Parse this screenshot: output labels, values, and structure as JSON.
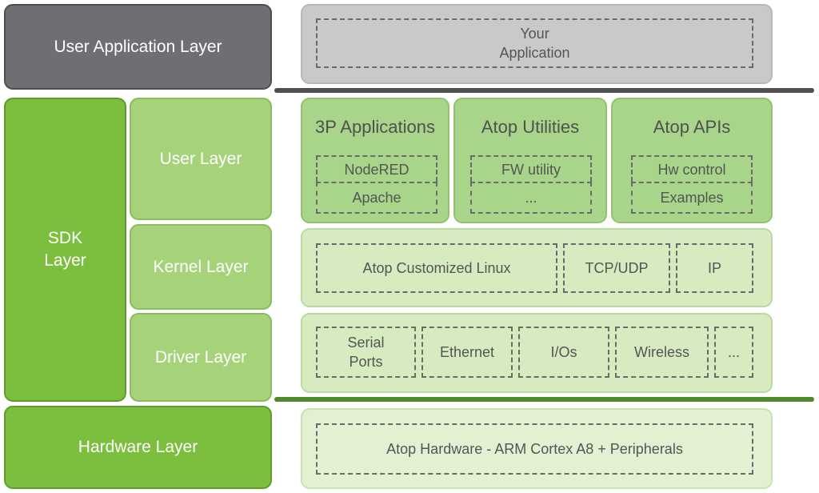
{
  "colors": {
    "user_app_layer": "#6f6f73",
    "sdk_layer": "#7cbf3f",
    "sub_layers": "#a6d27a",
    "user_app_panel": "#c9c9cc",
    "group_panels": "#a8d58a",
    "kernel_driver_panels": "#d6ebbf",
    "hardware_panel": "#e3f1d3",
    "separator_top": "#505050",
    "separator_bottom": "#4e8b2f"
  },
  "left": {
    "user_application_layer": "User Application Layer",
    "sdk_layer": "SDK\nLayer",
    "user_layer": "User Layer",
    "kernel_layer": "Kernel Layer",
    "driver_layer": "Driver Layer",
    "hardware_layer": "Hardware Layer"
  },
  "right": {
    "your_application": "Your\nApplication",
    "groups": [
      {
        "title": "3P Applications",
        "items": [
          "NodeRED",
          "Apache"
        ]
      },
      {
        "title": "Atop Utilities",
        "items": [
          "FW utility",
          "..."
        ]
      },
      {
        "title": "Atop APIs",
        "items": [
          "Hw control",
          "Examples"
        ]
      }
    ],
    "kernel_items": [
      "Atop Customized Linux",
      "TCP/UDP",
      "IP"
    ],
    "driver_items": [
      "Serial\nPorts",
      "Ethernet",
      "I/Os",
      "Wireless",
      "..."
    ],
    "hardware_item": "Atop Hardware - ARM Cortex A8 + Peripherals"
  }
}
